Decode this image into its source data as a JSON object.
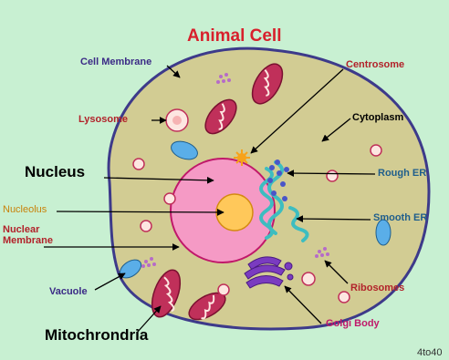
{
  "title": "Animal Cell",
  "labels": {
    "cell_membrane": "Cell Membrane",
    "centrosome": "Centrosome",
    "lysosome": "Lysosome",
    "cytoplasm": "Cytoplasm",
    "nucleus": "Nucleus",
    "rough_er": "Rough ER",
    "nucleolus": "Nucleolus",
    "smooth_er": "Smooth ER",
    "nuclear_membrane": "Nuclear\nMembrane",
    "vacuole": "Vacuole",
    "ribosomes": "Ribosomes",
    "mitochondria": "Mitochrondria",
    "golgi_body": "Golgi Body",
    "watermark": "4to40"
  },
  "colors": {
    "background": "#c8f0d2",
    "cytoplasm": "#d2cc93",
    "cell_membrane": "#3d3a8a",
    "nucleus": "#f59ac5",
    "nucleolus": "#ffc85a",
    "mitochondria": "#c0305a",
    "vacuole": "#5aaee8",
    "lysosome": "#fde6e1",
    "golgi": "#7a3bc0",
    "er": "#3dbdc0",
    "title": "#d8202c"
  }
}
